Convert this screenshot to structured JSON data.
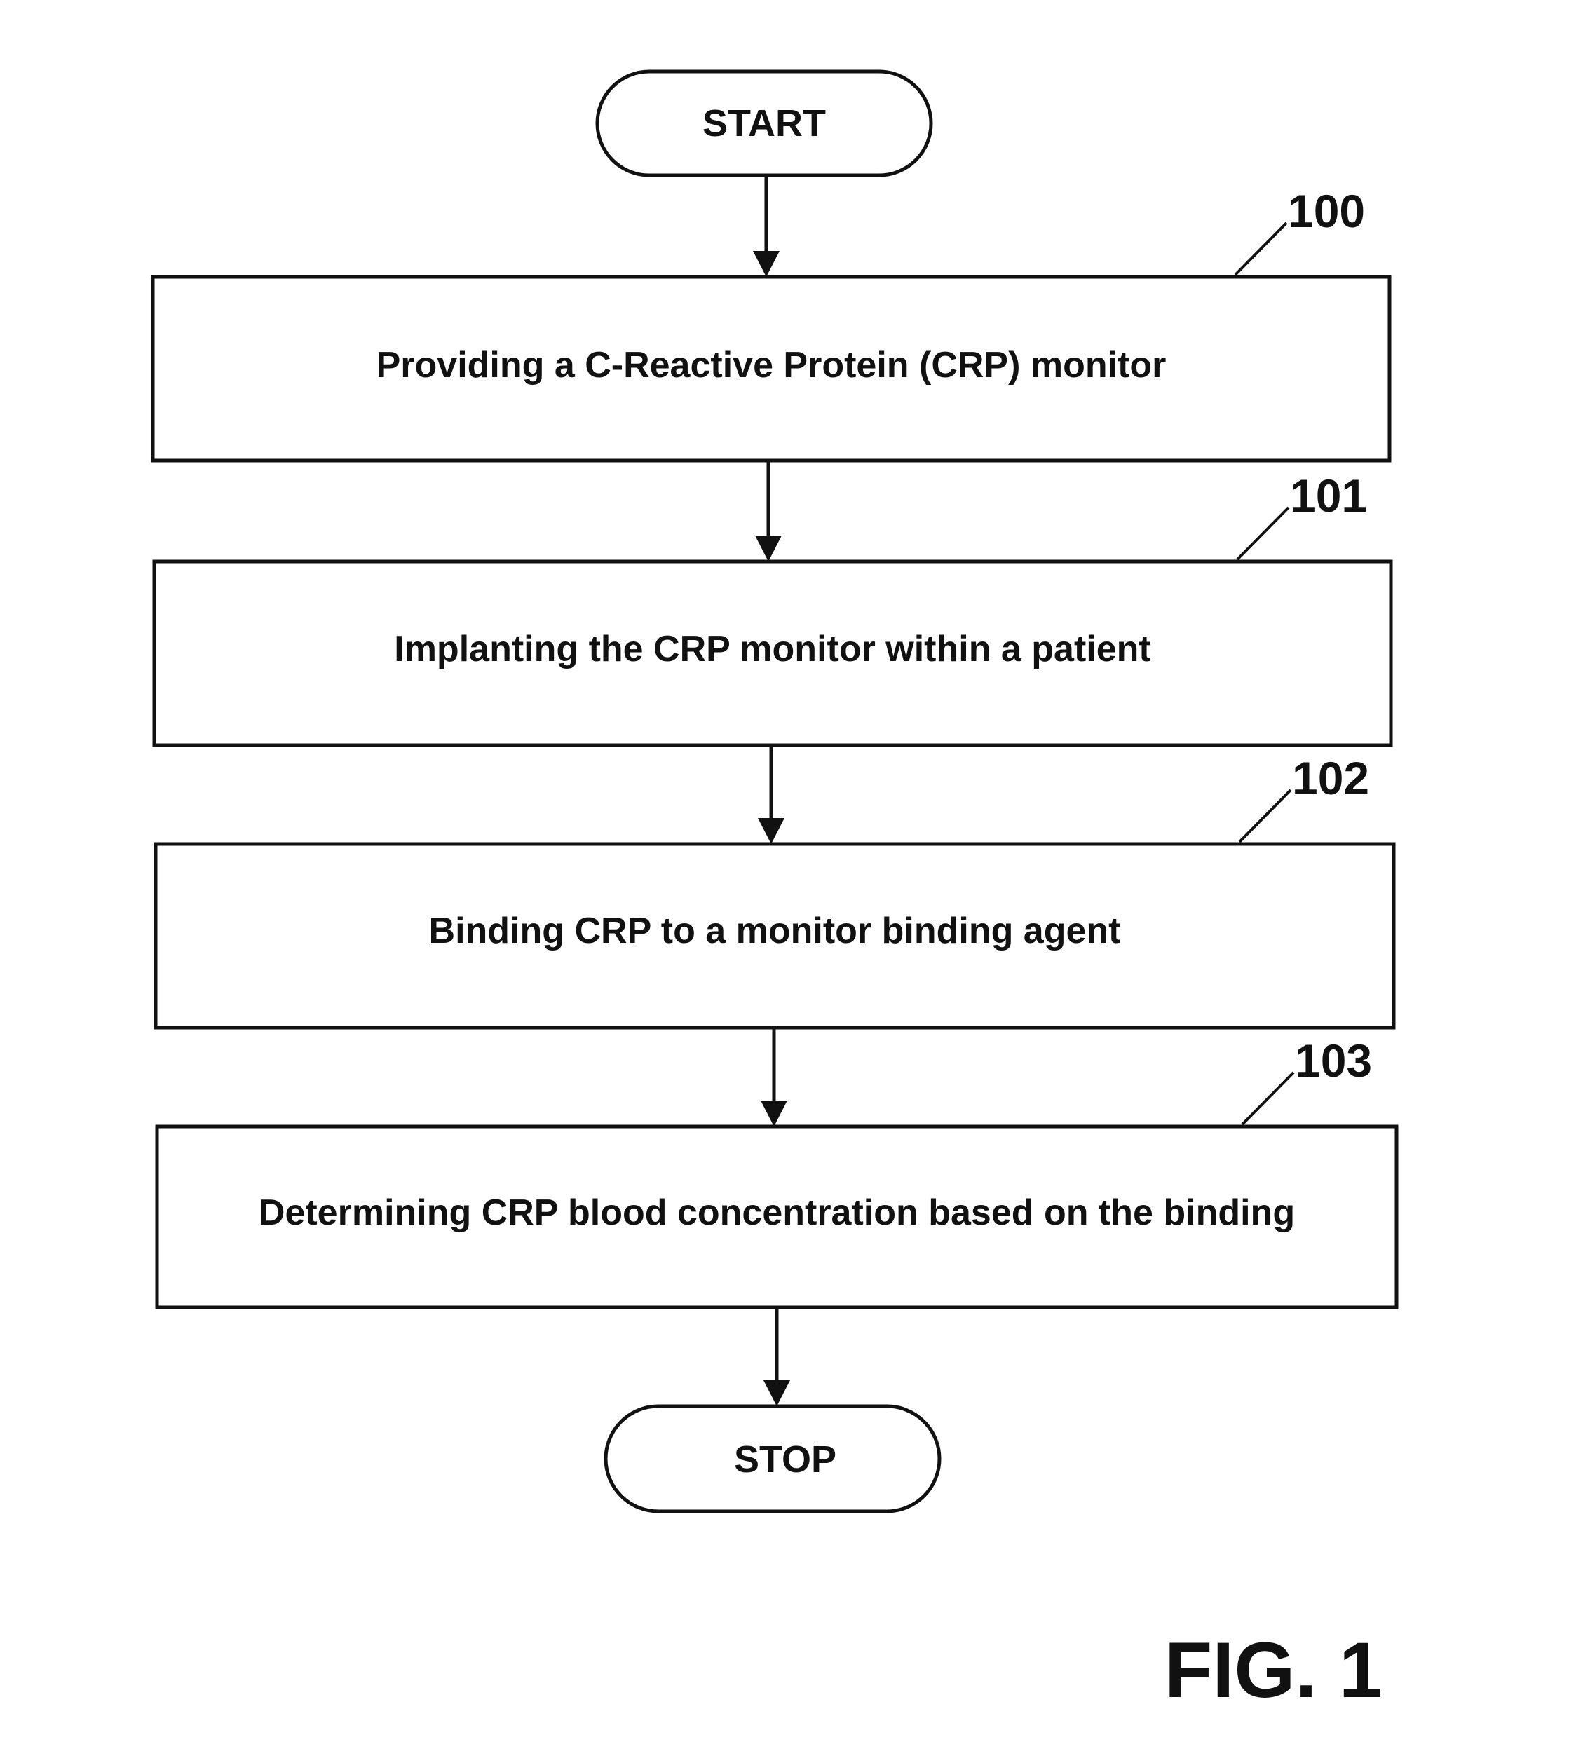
{
  "flowchart": {
    "start_label": "START",
    "stop_label": "STOP",
    "steps": [
      {
        "ref": "100",
        "text": "Providing a C-Reactive Protein (CRP) monitor"
      },
      {
        "ref": "101",
        "text": "Implanting the CRP monitor within a patient"
      },
      {
        "ref": "102",
        "text": "Binding CRP to a monitor binding agent"
      },
      {
        "ref": "103",
        "text": "Determining CRP blood concentration based on the binding"
      }
    ]
  },
  "figure_label": "FIG. 1"
}
